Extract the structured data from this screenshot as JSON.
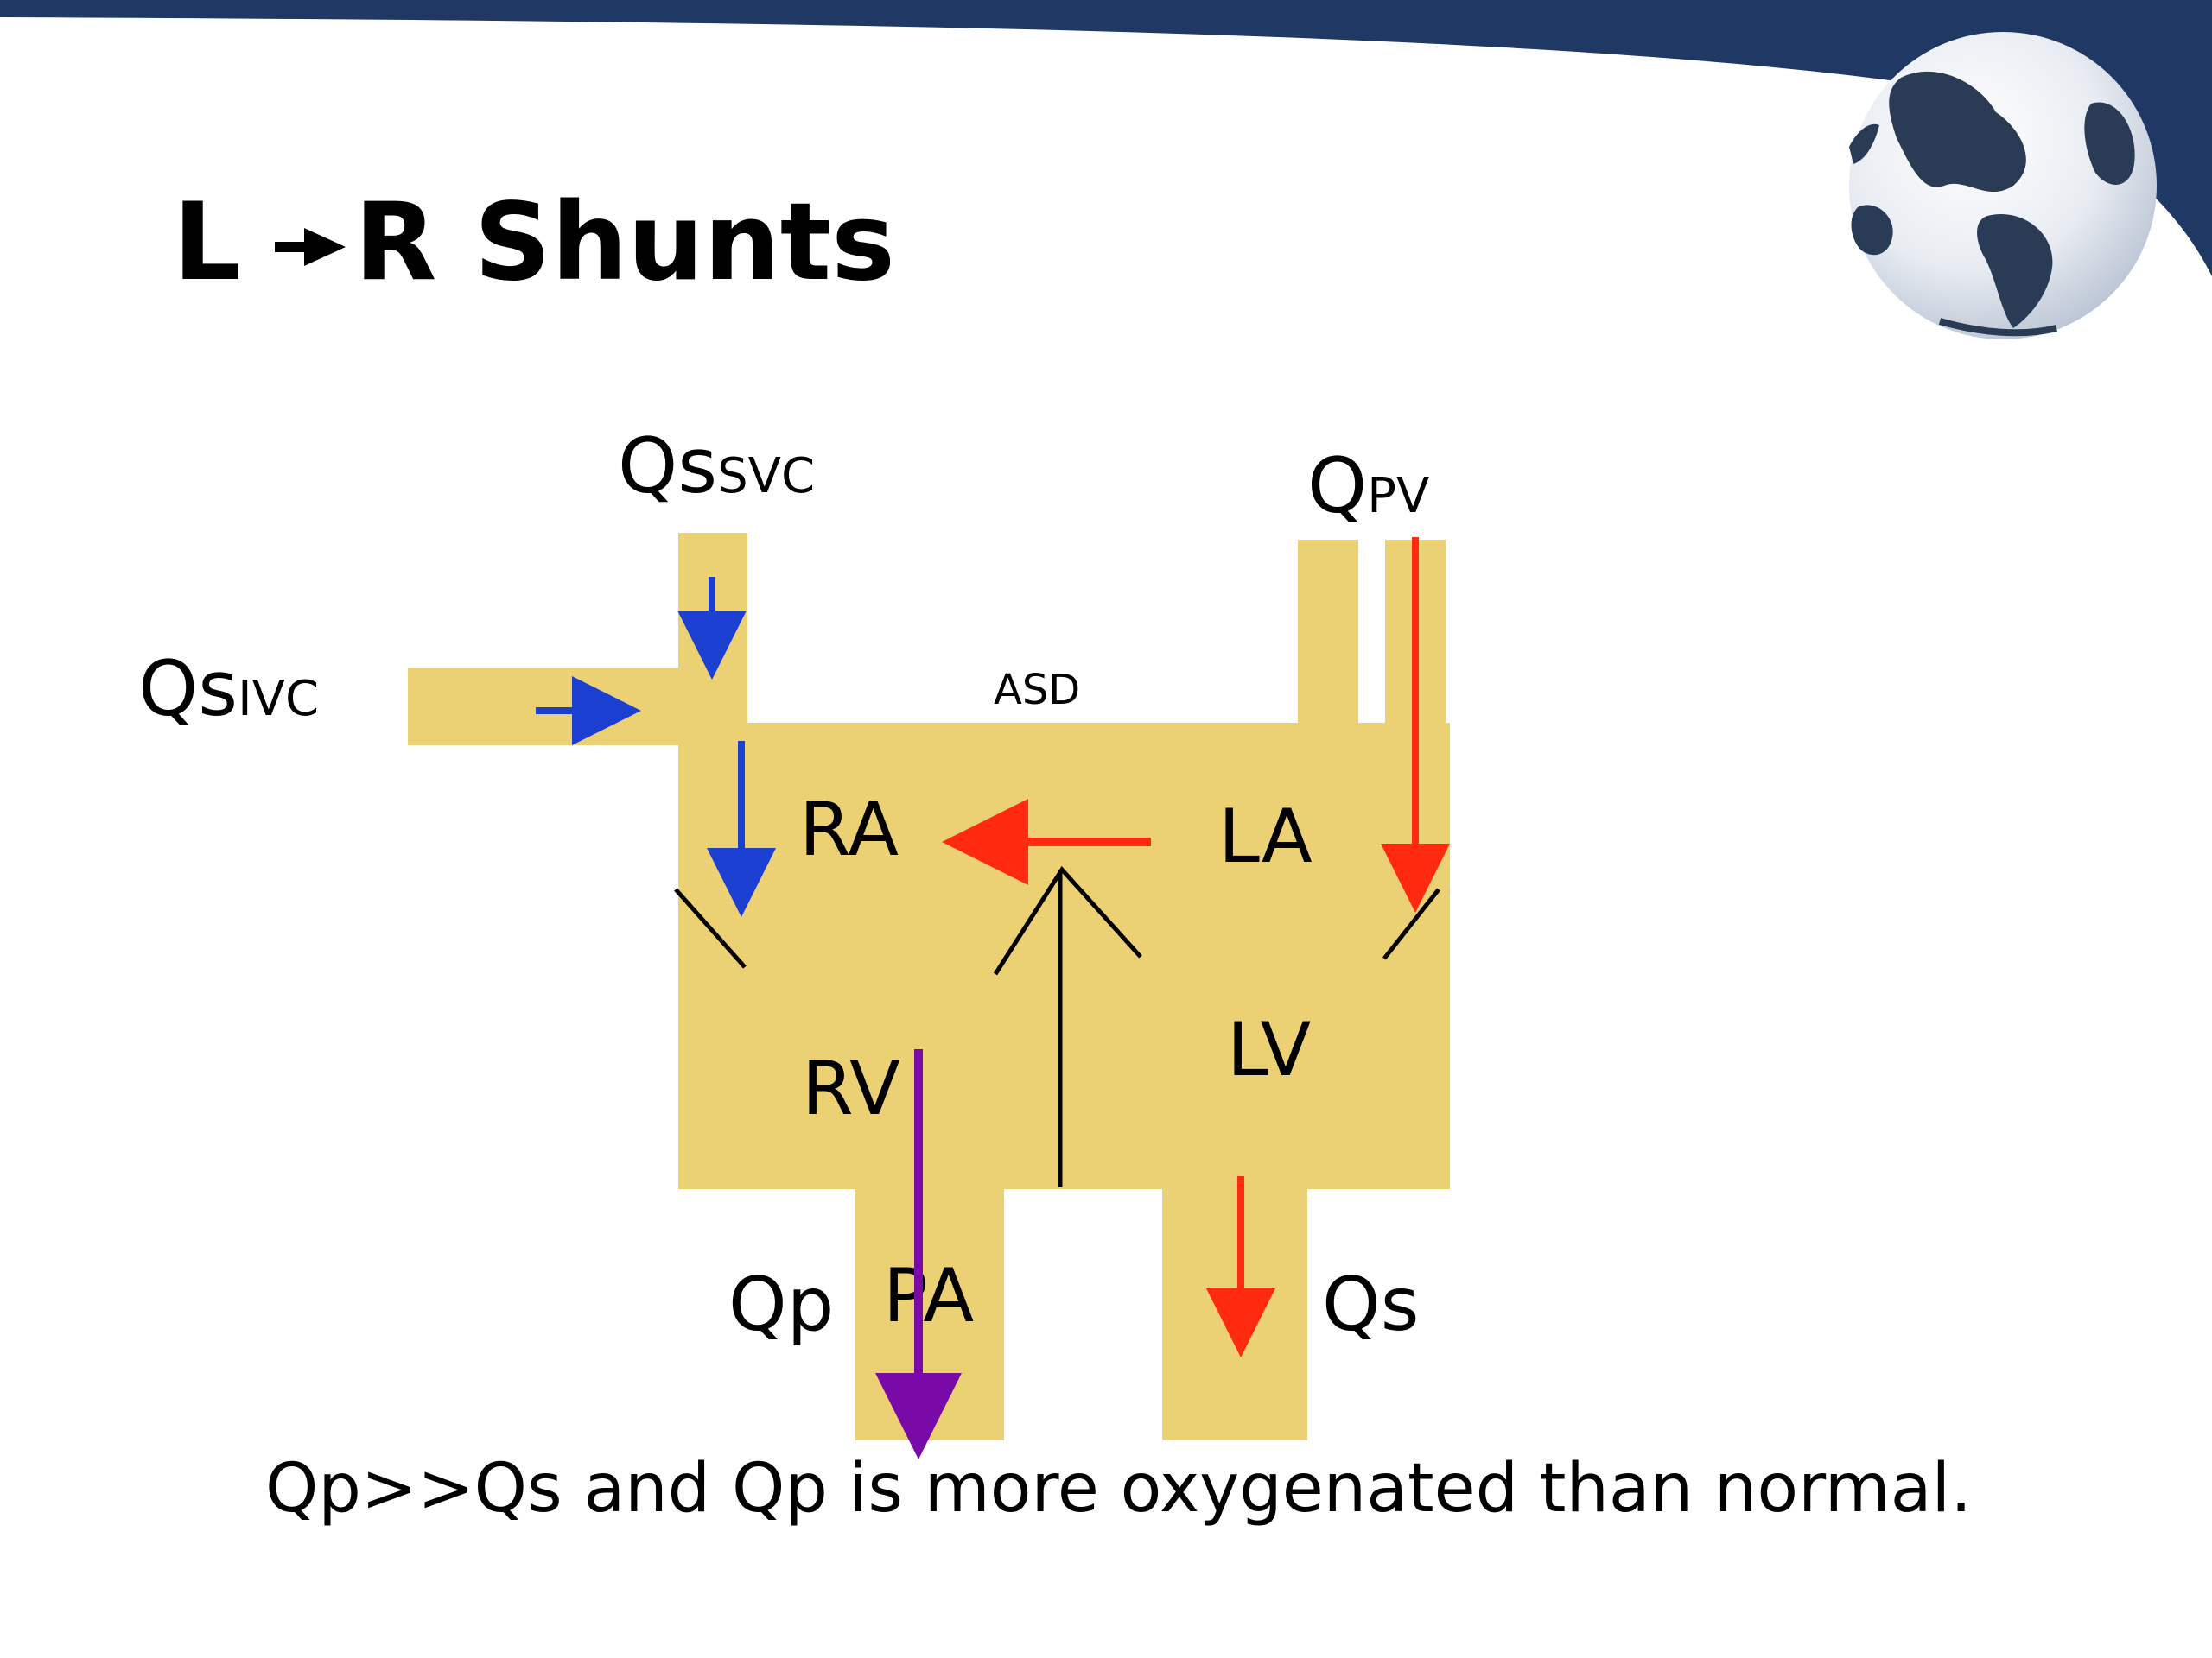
{
  "slide": {
    "title_left": "L",
    "title_right": "R Shunts",
    "caption": "Qp>>Qs and Qp is more oxygenated than normal."
  },
  "labels": {
    "qs": "Qs",
    "svc": "SVC",
    "ivc": "IVC",
    "q": "Q",
    "pv": "PV",
    "asd": "ASD",
    "ra": "RA",
    "la": "LA",
    "rv": "RV",
    "lv": "LV",
    "pa": "PA",
    "qp": "Qp",
    "qs_out": "Qs"
  },
  "colors": {
    "banner": "#1f3864",
    "chamber": "#ecd074",
    "deoxygenated": "#1a3fd1",
    "oxygenated": "#ff2a10",
    "mixed": "#7a0aa8",
    "ink": "#000000"
  },
  "icons": {
    "title_arrow": "right-arrow-icon",
    "logo": "globe-icon"
  }
}
